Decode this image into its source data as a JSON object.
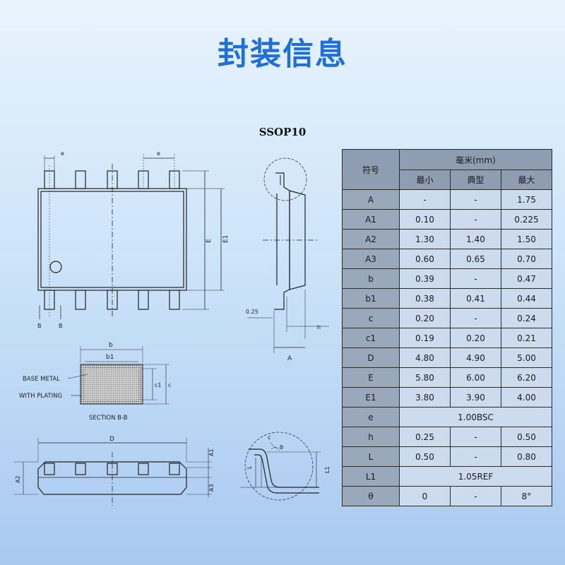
{
  "page_title": "封装信息",
  "package_name": "SSOP10",
  "drawing_labels": {
    "top_e_small": "e",
    "top_e_pitch": "e",
    "top_E": "E",
    "top_E1": "E1",
    "top_B_left": "B",
    "top_B_right": "B",
    "side_025": "0.25",
    "side_h": "h",
    "side_A": "A",
    "sec_b": "b",
    "sec_b1": "b1",
    "sec_c1": "c1",
    "sec_c": "c",
    "sec_base_metal": "BASE METAL",
    "sec_with_plating": "WITH PLATING",
    "sec_caption": "SECTION B-B",
    "front_D": "D",
    "front_A1": "A1",
    "front_A2": "A2",
    "front_A3": "A3",
    "detail_c": "c",
    "detail_theta": "θ",
    "detail_L": "L",
    "detail_L1": "L1"
  },
  "table": {
    "header": {
      "symbol": "符号",
      "unit": "毫米(mm)",
      "min": "最小",
      "typ": "典型",
      "max": "最大"
    },
    "rows": [
      {
        "sym": "A",
        "min": "-",
        "typ": "-",
        "max": "1.75"
      },
      {
        "sym": "A1",
        "min": "0.10",
        "typ": "-",
        "max": "0.225"
      },
      {
        "sym": "A2",
        "min": "1.30",
        "typ": "1.40",
        "max": "1.50"
      },
      {
        "sym": "A3",
        "min": "0.60",
        "typ": "0.65",
        "max": "0.70"
      },
      {
        "sym": "b",
        "min": "0.39",
        "typ": "-",
        "max": "0.47"
      },
      {
        "sym": "b1",
        "min": "0.38",
        "typ": "0.41",
        "max": "0.44"
      },
      {
        "sym": "c",
        "min": "0.20",
        "typ": "-",
        "max": "0.24"
      },
      {
        "sym": "c1",
        "min": "0.19",
        "typ": "0.20",
        "max": "0.21"
      },
      {
        "sym": "D",
        "min": "4.80",
        "typ": "4.90",
        "max": "5.00"
      },
      {
        "sym": "E",
        "min": "5.80",
        "typ": "6.00",
        "max": "6.20"
      },
      {
        "sym": "E1",
        "min": "3.80",
        "typ": "3.90",
        "max": "4.00"
      },
      {
        "sym": "e",
        "merged": "1.00BSC"
      },
      {
        "sym": "h",
        "min": "0.25",
        "typ": "-",
        "max": "0.50"
      },
      {
        "sym": "L",
        "min": "0.50",
        "typ": "-",
        "max": "0.80"
      },
      {
        "sym": "L1",
        "merged": "1.05REF"
      },
      {
        "sym": "θ",
        "min": "0",
        "typ": "-",
        "max": "8°"
      }
    ]
  }
}
